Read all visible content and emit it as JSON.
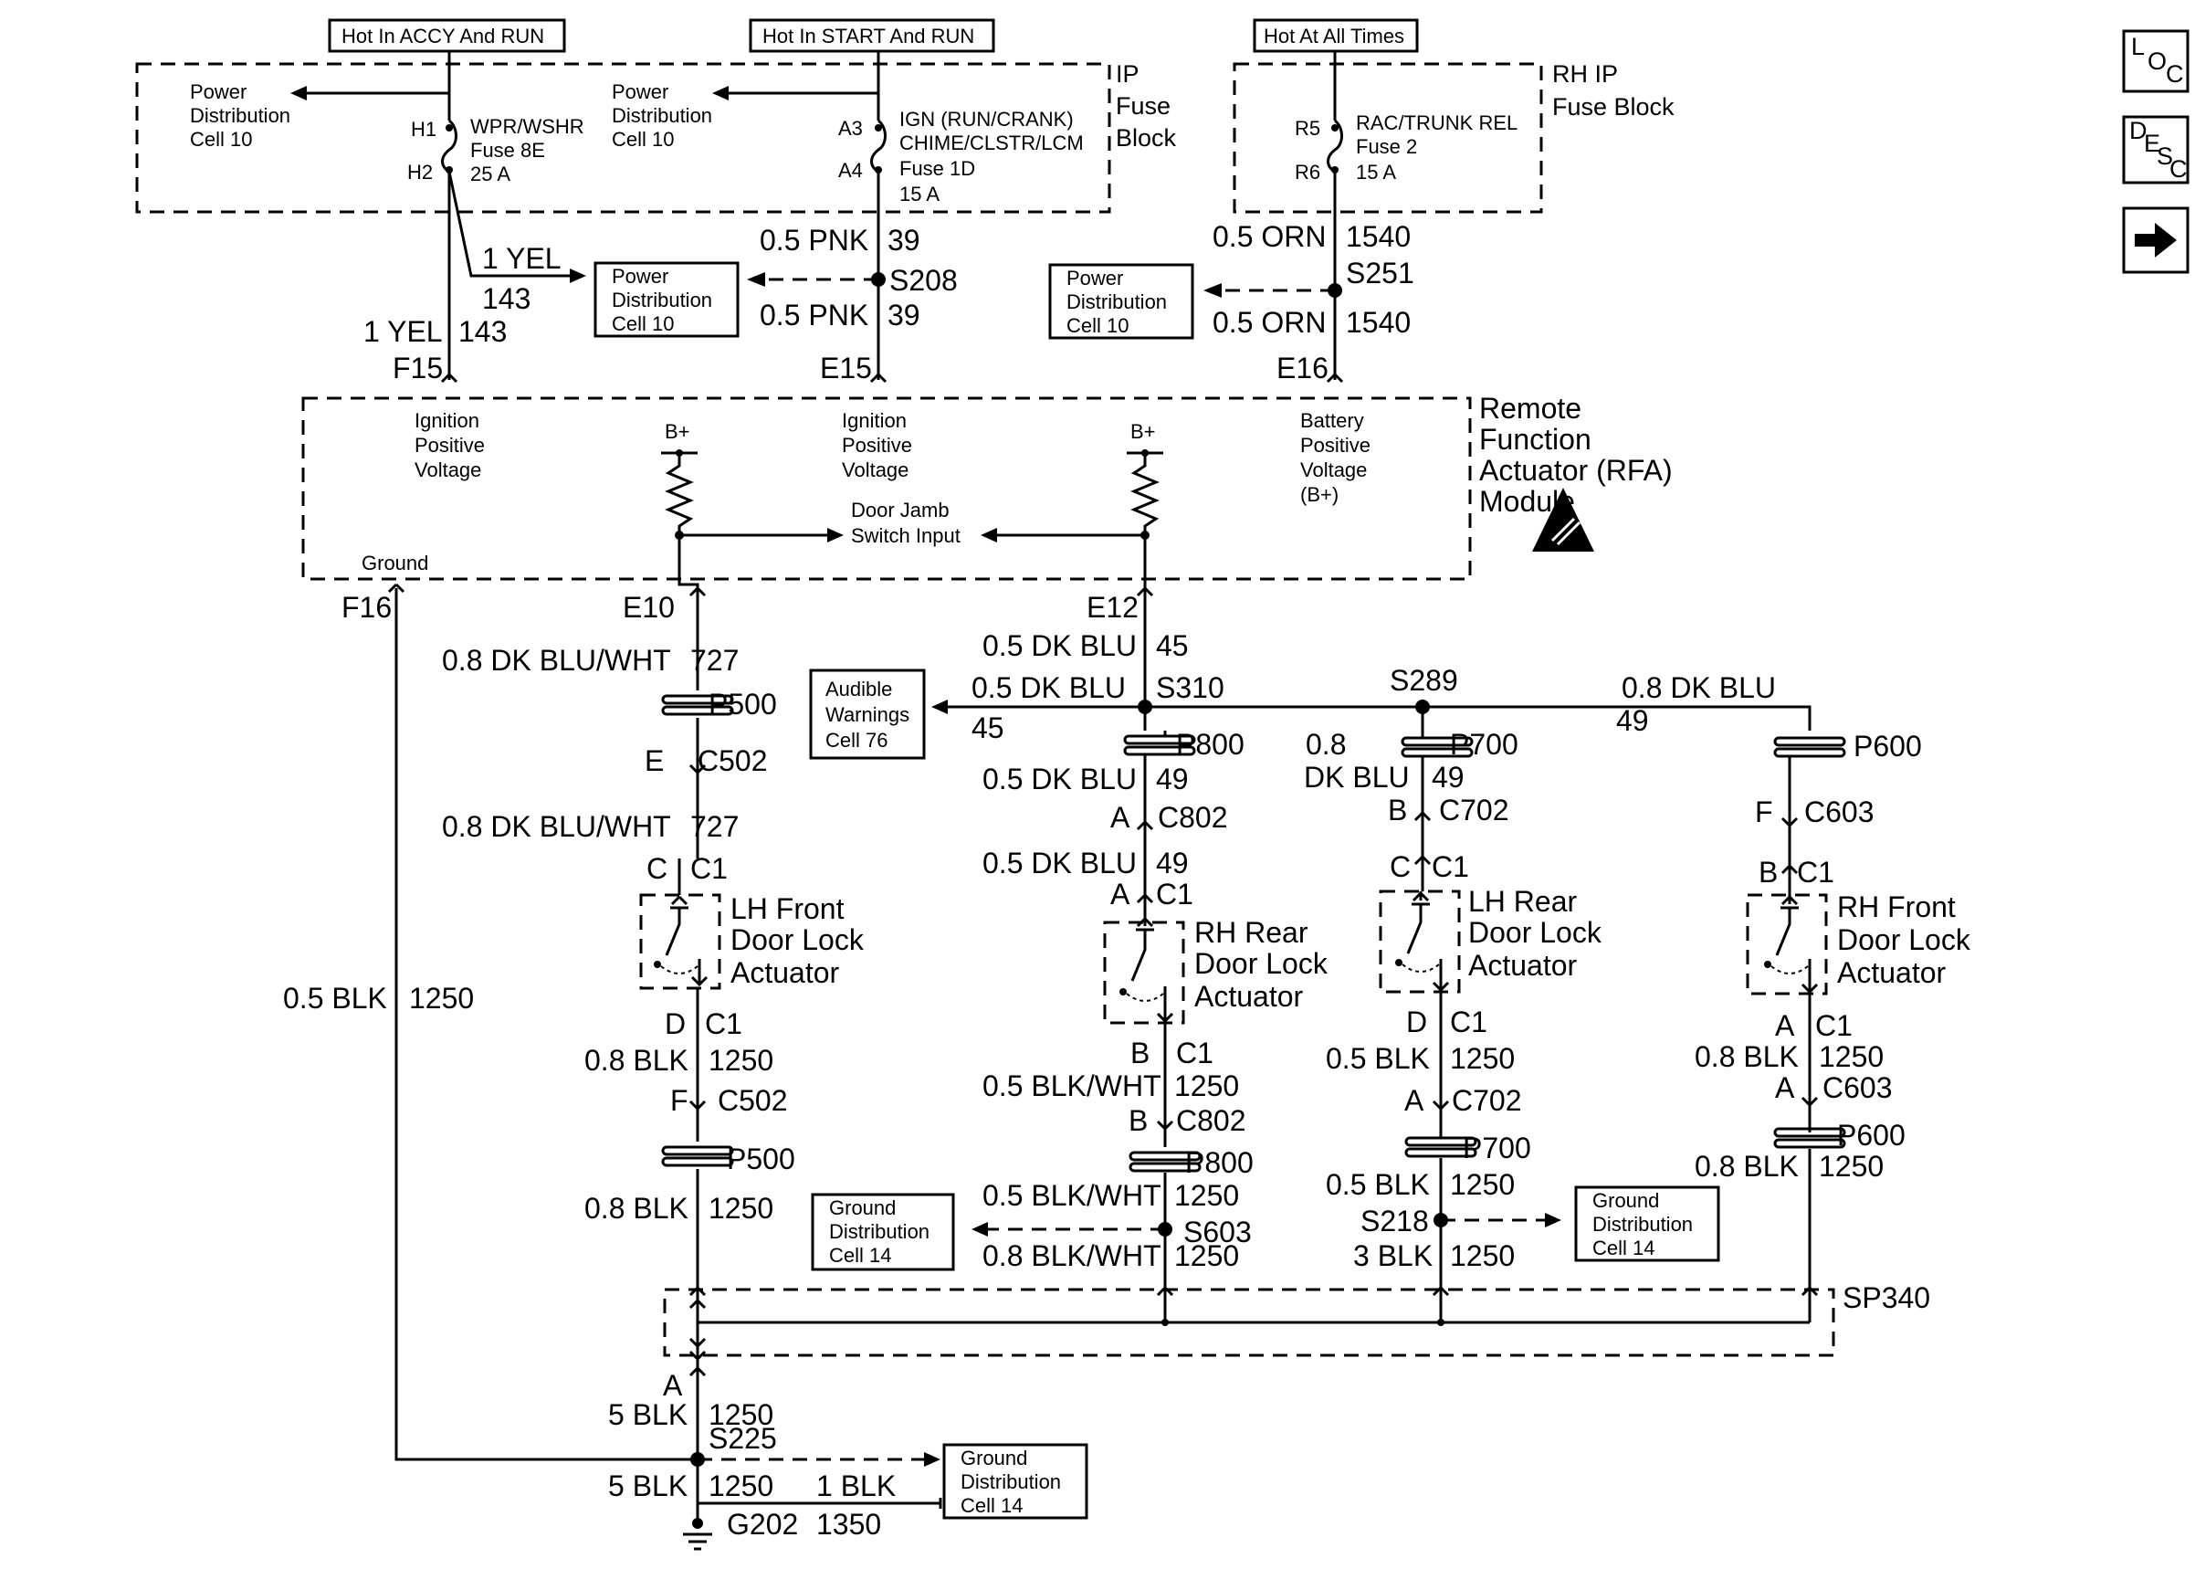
{
  "power": {
    "hot_accy_run": "Hot In ACCY And RUN",
    "hot_start_run": "Hot In START And RUN",
    "hot_all_times": "Hot At All Times"
  },
  "fuse_blocks": {
    "ip": [
      "IP",
      "Fuse",
      "Block"
    ],
    "rh_ip": [
      "RH IP",
      "Fuse Block"
    ],
    "pd1": [
      "Power",
      "Distribution",
      "Cell 10"
    ],
    "pd2": [
      "Power",
      "Distribution",
      "Cell 10"
    ],
    "fuse_wpr": {
      "in": "H1",
      "out": "H2",
      "lines": [
        "WPR/WSHR",
        "Fuse 8E",
        "25 A"
      ]
    },
    "fuse_ign": {
      "in": "A3",
      "out": "A4",
      "lines": [
        "IGN (RUN/CRANK)",
        "CHIME/CLSTR/LCM",
        "Fuse 1D",
        "15 A"
      ]
    },
    "fuse_rac": {
      "in": "R5",
      "out": "R6",
      "lines": [
        "RAC/TRUNK REL",
        "Fuse 2",
        "15 A"
      ]
    }
  },
  "wires_top": {
    "yel1": "1 YEL",
    "yel1_n": "143",
    "yel2": "1 YEL",
    "yel2_n": "143",
    "pnk1": "0.5 PNK",
    "pnk1_n": "39",
    "pnk2": "0.5 PNK",
    "pnk2_n": "39",
    "orn1": "0.5 ORN",
    "orn1_n": "1540",
    "orn2": "0.5 ORN",
    "orn2_n": "1540",
    "s208": "S208",
    "s251": "S251",
    "pd_box1": [
      "Power",
      "Distribution",
      "Cell 10"
    ],
    "pd_box2": [
      "Power",
      "Distribution",
      "Cell 10"
    ]
  },
  "rfa": {
    "title": [
      "Remote",
      "Function",
      "Actuator (RFA)",
      "Module"
    ],
    "pin_f15": "F15",
    "pin_e15": "E15",
    "pin_e16": "E16",
    "pin_f16": "F16",
    "pin_e10": "E10",
    "pin_e12": "E12",
    "ign1": [
      "Ignition",
      "Positive",
      "Voltage"
    ],
    "ign2": [
      "Ignition",
      "Positive",
      "Voltage"
    ],
    "bat": [
      "Battery",
      "Positive",
      "Voltage",
      "(B+)"
    ],
    "bplus1": "B+",
    "bplus2": "B+",
    "door_jamb": [
      "Door Jamb",
      "Switch Input"
    ],
    "ground": "Ground"
  },
  "lh_front": {
    "w1": "0.8 DK BLU/WHT",
    "w1_n": "727",
    "p500a": "P500",
    "c502a_pin": "E",
    "c502a": "C502",
    "w2": "0.8 DK BLU/WHT",
    "w2_n": "727",
    "c1a_pin": "C",
    "c1a": "C1",
    "label": [
      "LH Front",
      "Door Lock",
      "Actuator"
    ],
    "c1b_pin": "D",
    "c1b": "C1",
    "w3": "0.8 BLK",
    "w3_n": "1250",
    "c502b_pin": "F",
    "c502b": "C502",
    "p500b": "P500",
    "w4": "0.8 BLK",
    "w4_n": "1250"
  },
  "rh_rear": {
    "w0": "0.5 DK BLU",
    "w0_n": "45",
    "s310": "S310",
    "aud_w": "0.5 DK BLU",
    "aud_n": "45",
    "audible": [
      "Audible",
      "Warnings",
      "Cell 76"
    ],
    "p800a": "P800",
    "w1": "0.5 DK BLU",
    "w1_n": "49",
    "c802a_pin": "A",
    "c802a": "C802",
    "w2": "0.5 DK BLU",
    "w2_n": "49",
    "c1a_pin": "A",
    "c1a": "C1",
    "label": [
      "RH Rear",
      "Door Lock",
      "Actuator"
    ],
    "c1b_pin": "B",
    "c1b": "C1",
    "w3": "0.5 BLK/WHT",
    "w3_n": "1250",
    "c802b_pin": "B",
    "c802b": "C802",
    "p800b": "P800",
    "w4": "0.5 BLK/WHT",
    "w4_n": "1250",
    "s603": "S603",
    "w5": "0.8 BLK/WHT",
    "w5_n": "1250",
    "gnd_box": [
      "Ground",
      "Distribution",
      "Cell 14"
    ]
  },
  "lh_rear": {
    "s289": "S289",
    "p700a": "P700",
    "w1a": "0.8",
    "w1b": "DK BLU",
    "w1_n": "49",
    "c702a_pin": "B",
    "c702a": "C702",
    "c1a_pin": "C",
    "c1a": "C1",
    "label": [
      "LH Rear",
      "Door Lock",
      "Actuator"
    ],
    "c1b_pin": "D",
    "c1b": "C1",
    "w2": "0.5 BLK",
    "w2_n": "1250",
    "c702b_pin": "A",
    "c702b": "C702",
    "p700b": "P700",
    "w3": "0.5 BLK",
    "w3_n": "1250",
    "s218": "S218",
    "w4": "3 BLK",
    "w4_n": "1250",
    "gnd_box": [
      "Ground",
      "Distribution",
      "Cell 14"
    ]
  },
  "rh_front": {
    "w0": "0.8 DK BLU",
    "w0_n": "49",
    "p600a": "P600",
    "c603a_pin": "F",
    "c603a": "C603",
    "c1a_pin": "B",
    "c1a": "C1",
    "label": [
      "RH Front",
      "Door Lock",
      "Actuator"
    ],
    "c1b_pin": "A",
    "c1b": "C1",
    "w1": "0.8 BLK",
    "w1_n": "1250",
    "c603b_pin": "A",
    "c603b": "C603",
    "p600b": "P600",
    "w2": "0.8 BLK",
    "w2_n": "1250"
  },
  "ground": {
    "gnd_wire": "0.5 BLK",
    "gnd_wire_n": "1250",
    "sp340": "SP340",
    "a_pin": "A",
    "w1": "5 BLK",
    "w1_n": "1250",
    "s225": "S225",
    "w2": "5 BLK",
    "w2_n": "1250",
    "w3": "1 BLK",
    "w3_n": "1350",
    "g202": "G202",
    "gnd_box": [
      "Ground",
      "Distribution",
      "Cell 14"
    ]
  },
  "nav": {
    "loc": [
      "L",
      "O",
      "C"
    ],
    "desc": [
      "D",
      "E",
      "S",
      "C"
    ],
    "next_icon": "right-arrow-icon"
  }
}
